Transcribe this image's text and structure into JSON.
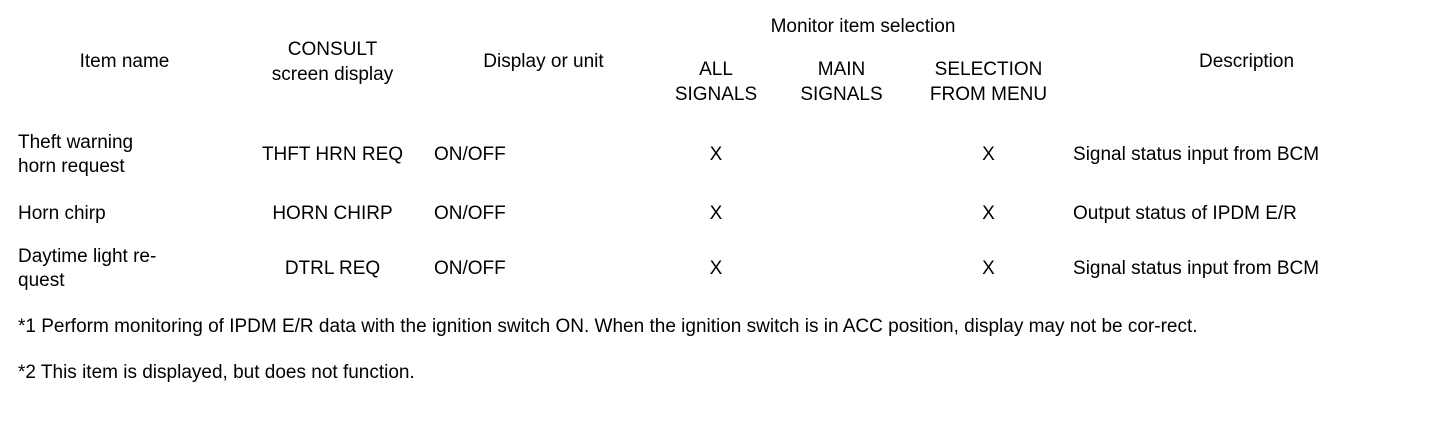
{
  "table": {
    "headers": {
      "item_name": "Item name",
      "consult_line1": "CONSULT",
      "consult_line2": "screen display",
      "display_or_unit": "Display or unit",
      "monitor_item_selection": "Monitor item selection",
      "all_signals_line1": "ALL",
      "all_signals_line2": "SIGNALS",
      "main_signals_line1": "MAIN",
      "main_signals_line2": "SIGNALS",
      "selection_from_menu_line1": "SELECTION",
      "selection_from_menu_line2": "FROM MENU",
      "description": "Description"
    },
    "rows": [
      {
        "item_name_line1": "Theft warning",
        "item_name_line2": "horn request",
        "consult": "THFT HRN REQ",
        "unit": "ON/OFF",
        "all_signals": "X",
        "main_signals": "",
        "selection_from_menu": "X",
        "description": "Signal status input from BCM"
      },
      {
        "item_name_line1": "Horn chirp",
        "item_name_line2": "",
        "consult": "HORN CHIRP",
        "unit": "ON/OFF",
        "all_signals": "X",
        "main_signals": "",
        "selection_from_menu": "X",
        "description": "Output status of IPDM E/R"
      },
      {
        "item_name_line1": "Daytime light re-",
        "item_name_line2": "quest",
        "consult": "DTRL REQ",
        "unit": "ON/OFF",
        "all_signals": "X",
        "main_signals": "",
        "selection_from_menu": "X",
        "description": "Signal status input from BCM"
      }
    ]
  },
  "footnotes": {
    "note1": "*1 Perform monitoring of IPDM E/R data with the ignition switch ON. When the ignition switch is in ACC position, display may not be cor-rect.",
    "note2": "*2 This item is displayed, but does not function."
  },
  "colors": {
    "ink": "#000000",
    "paper": "#ffffff"
  }
}
